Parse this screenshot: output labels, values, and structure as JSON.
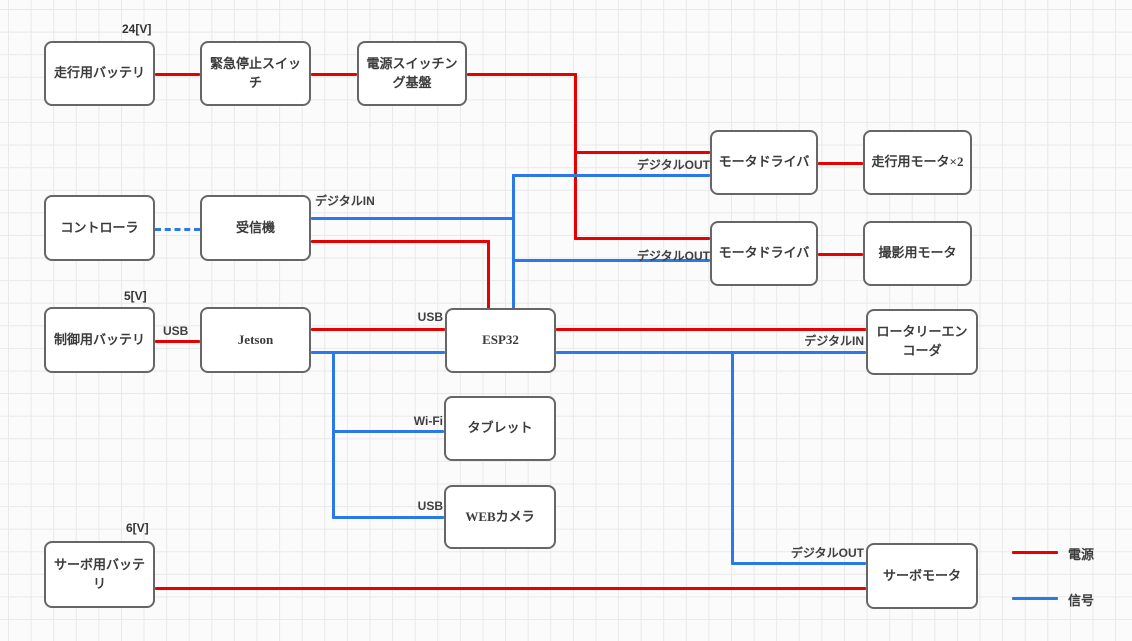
{
  "colors": {
    "power": "#e60000",
    "signal": "#2b78e8",
    "border": "#666666",
    "grid": "#e9e9ec",
    "bg": "#fbfbfb",
    "text": "#3b3b3b"
  },
  "nodes": {
    "drive_battery": {
      "label": "走行用バッテリ"
    },
    "emergency_stop": {
      "label": "緊急停止スイッチ"
    },
    "power_switching_board": {
      "label": "電源スイッチング基盤"
    },
    "motor_driver_1": {
      "label": "モータドライバ"
    },
    "drive_motor": {
      "label": "走行用モータ×2"
    },
    "motor_driver_2": {
      "label": "モータドライバ"
    },
    "capture_motor": {
      "label": "撮影用モータ"
    },
    "controller": {
      "label": "コントローラ"
    },
    "receiver": {
      "label": "受信機"
    },
    "control_battery": {
      "label": "制御用バッテリ"
    },
    "jetson": {
      "label": "Jetson"
    },
    "esp32": {
      "label": "ESP32"
    },
    "tablet": {
      "label": "タブレット"
    },
    "webcam": {
      "label": "WEBカメラ"
    },
    "servo_battery": {
      "label": "サーボ用バッテリ"
    },
    "rotary_encoder": {
      "label": "ロータリーエンコーダ"
    },
    "servo_motor": {
      "label": "サーボモータ"
    }
  },
  "voltages": {
    "drive": "24[V]",
    "control": "5[V]",
    "servo": "6[V]"
  },
  "edge_labels": {
    "receiver_digital_in": "デジタルIN",
    "driver1_digital_out": "デジタルOUT",
    "driver2_digital_out": "デジタルOUT",
    "battery_jetson_usb": "USB",
    "jetson_esp32_usb": "USB",
    "encoder_digital_in": "デジタルIN",
    "tablet_wifi": "Wi-Fi",
    "webcam_usb": "USB",
    "servo_digital_out": "デジタルOUT"
  },
  "legend": {
    "power_label": "電源",
    "signal_label": "信号"
  }
}
